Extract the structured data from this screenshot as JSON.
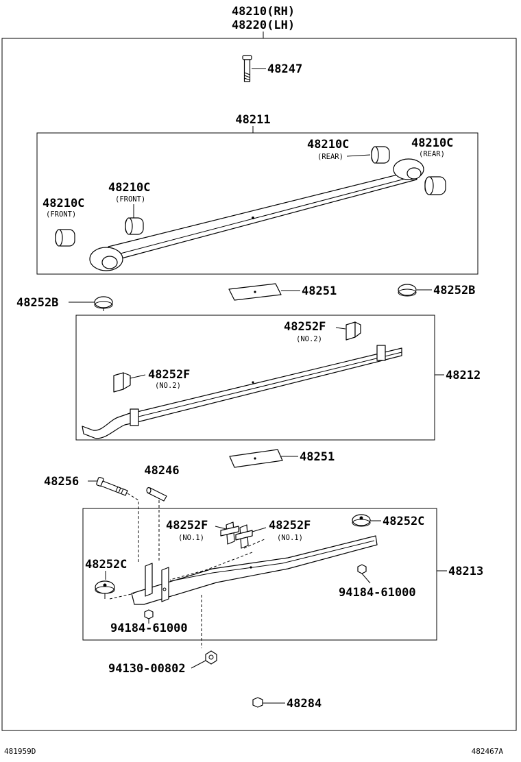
{
  "assembly": {
    "rh": "48210(RH)",
    "lh": "48220(LH)"
  },
  "parts": {
    "bolt_48247": "48247",
    "main_leaf": "48211",
    "bushing_rear_right": "48210C",
    "bushing_rear_right_note": "(REAR)",
    "bushing_rear_left": "48210C",
    "bushing_rear_left_note": "(REAR)",
    "bushing_front_inner": "48210C",
    "bushing_front_inner_note": "(FRONT)",
    "bushing_front_outer": "48210C",
    "bushing_front_outer_note": "(FRONT)",
    "pad_upper": "48251",
    "bumper_left": "48252B",
    "bumper_right": "48252B",
    "leaf_2": "48212",
    "clip_no2_upper": "48252F",
    "clip_no2_upper_note": "(NO.2)",
    "clip_no2_lower": "48252F",
    "clip_no2_lower_note": "(NO.2)",
    "pad_lower": "48251",
    "bolt_48256": "48256",
    "pin_48246": "48246",
    "leaf_3": "48213",
    "clip_no1_left": "48252F",
    "clip_no1_left_note": "(NO.1)",
    "clip_no1_right": "48252F",
    "clip_no1_right_note": "(NO.1)",
    "bumper_c_right": "48252C",
    "bumper_c_left": "48252C",
    "nut_right": "94184-61000",
    "nut_left": "94184-61000",
    "nut_bottom": "94130-00802",
    "nut_48284": "48284"
  },
  "footer": {
    "left_code": "481959D",
    "right_code": "482467A"
  },
  "icons": [
    "bolt-icon",
    "bushing-icon",
    "leaf-spring-icon",
    "pad-icon",
    "bumper-icon",
    "clip-icon",
    "nut-icon",
    "pin-icon"
  ]
}
